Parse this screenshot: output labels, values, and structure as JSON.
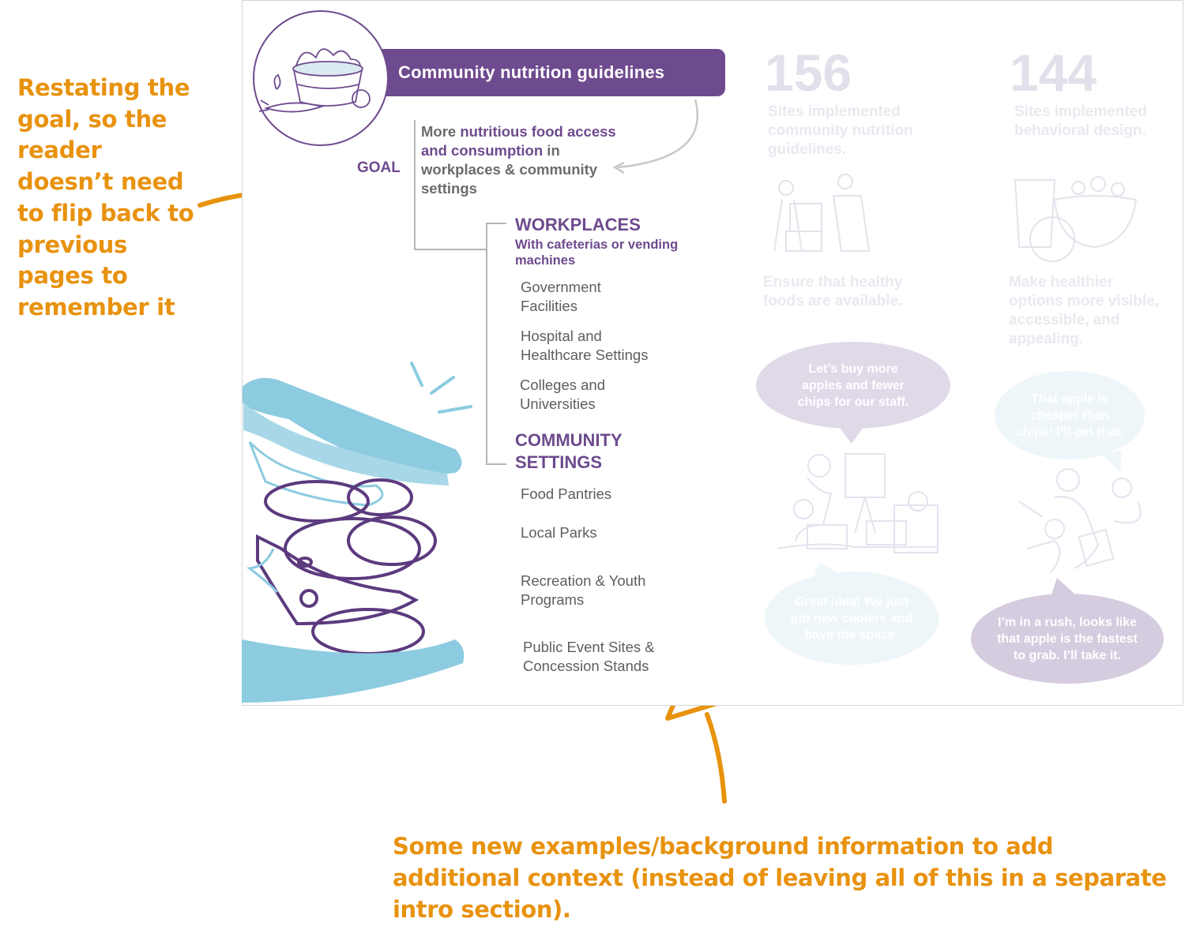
{
  "annotations": {
    "left": "Restating the goal, so the reader doesn’t need to flip back to previous pages to remember it",
    "bottom": "Some new examples/background information to add additional context (instead of leaving all of this in a separate intro section)."
  },
  "header": {
    "title": "Community nutrition guidelines"
  },
  "goal": {
    "label": "GOAL",
    "text_prefix": "More ",
    "text_highlight": "nutritious food access and consumption",
    "text_suffix": " in workplaces & community settings"
  },
  "workplaces": {
    "heading": "WORKPLACES",
    "subheading": "With cafeterias or vending machines",
    "items": [
      "Government Facilities",
      "Hospital and Healthcare Settings",
      "Colleges and Universities"
    ]
  },
  "community": {
    "heading_line1": "COMMUNITY",
    "heading_line2": "SETTINGS",
    "items": [
      "Food Pantries",
      "Local Parks",
      "Recreation & Youth Programs",
      "Public Event Sites & Concession Stands"
    ]
  },
  "stats": [
    {
      "number": "156",
      "desc": "Sites implemented community nutrition guidelines.",
      "action": "Ensure that healthy foods are available."
    },
    {
      "number": "144",
      "desc": "Sites implemented behavioral design.",
      "action": "Make healthier options more visible, accessible, and appealing."
    }
  ],
  "bubbles": [
    "Let’s buy more apples and fewer chips for our staff.",
    "Great idea! We just got new coolers and have the space.",
    "That apple is cheaper than chips! I’ll get that.",
    "I’m in a rush, looks like that apple is the fastest to grab. I’ll take it."
  ],
  "colors": {
    "purple": "#6E4A8E",
    "orange": "#E8920E",
    "blue": "#8CCBE0",
    "lavender": "#D5CCE0"
  }
}
